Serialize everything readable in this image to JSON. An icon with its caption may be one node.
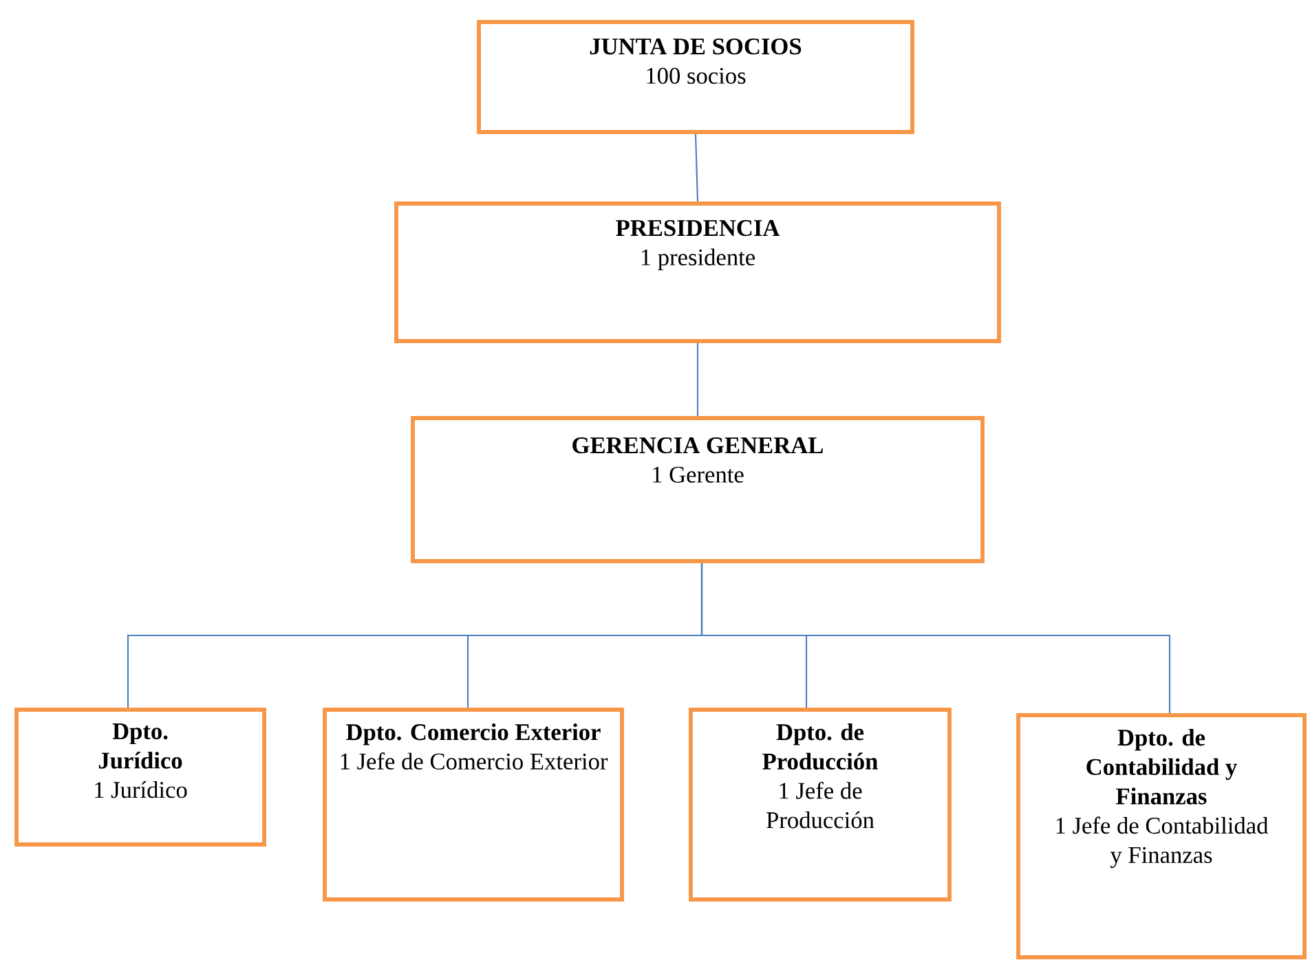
{
  "diagram": {
    "nodes": [
      {
        "text": [
          "JUNTA DE SOCIOS",
          "100 socios"
        ]
      },
      {
        "text": [
          "PRESIDENCIA",
          "1 presidente"
        ]
      },
      {
        "text": [
          "GERENCIA GENERAL",
          "1 Gerente"
        ]
      },
      {
        "text": [
          "Dpto. Jurídico",
          "1 Jurídico"
        ]
      },
      {
        "text": [
          "Dpto. Comercio Exterior",
          "1 Jefe de Comercio Exterior"
        ]
      },
      {
        "text": [
          "Dpto. de Producción",
          "1 Jefe de Producción"
        ]
      },
      {
        "text": [
          "Dpto. de Contabilidad y Finanzas",
          "1 Jefe de Contabilidad y Finanzas"
        ]
      }
    ],
    "edges": [
      {
        "from": 0,
        "to": 1,
        "arrow": "none"
      },
      {
        "from": 1,
        "to": 2,
        "arrow": "none"
      },
      {
        "from": 2,
        "to": 3,
        "arrow": "none"
      },
      {
        "from": 2,
        "to": 4,
        "arrow": "none"
      },
      {
        "from": 2,
        "to": 5,
        "arrow": "none"
      },
      {
        "from": 2,
        "to": 6,
        "arrow": "none"
      }
    ]
  }
}
